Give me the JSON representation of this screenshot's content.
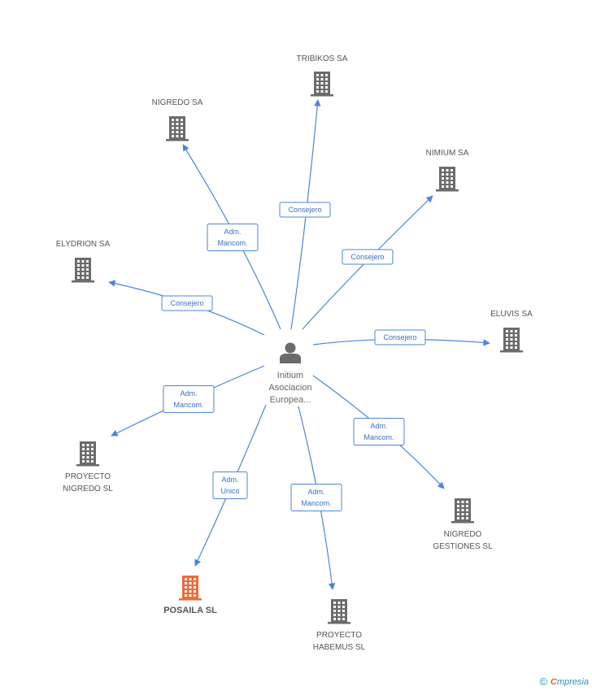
{
  "center": {
    "icon": "person-icon",
    "label_lines": [
      "Initium",
      "Asociacion",
      "Europea..."
    ]
  },
  "colors": {
    "edge": "#4a86d8",
    "building": "#6b6b6b",
    "highlight_building": "#f06a35",
    "label": "#555555"
  },
  "companies": [
    {
      "id": "tribikos",
      "name_lines": [
        "TRIBIKOS SA"
      ],
      "role_lines": [
        "Consejero"
      ],
      "highlight": false
    },
    {
      "id": "nigredo-sa",
      "name_lines": [
        "NIGREDO SA"
      ],
      "role_lines": [
        "Adm.",
        "Mancom."
      ],
      "highlight": false
    },
    {
      "id": "nimium",
      "name_lines": [
        "NIMIUM SA"
      ],
      "role_lines": [
        "Consejero"
      ],
      "highlight": false
    },
    {
      "id": "elydrion",
      "name_lines": [
        "ELYDRION SA"
      ],
      "role_lines": [
        "Consejero"
      ],
      "highlight": false
    },
    {
      "id": "eluvis",
      "name_lines": [
        "ELUVIS SA"
      ],
      "role_lines": [
        "Consejero"
      ],
      "highlight": false
    },
    {
      "id": "proyecto-nigredo",
      "name_lines": [
        "PROYECTO",
        "NIGREDO SL"
      ],
      "role_lines": [
        "Adm.",
        "Mancom."
      ],
      "highlight": false
    },
    {
      "id": "nigredo-gestiones",
      "name_lines": [
        "NIGREDO",
        "GESTIONES SL"
      ],
      "role_lines": [
        "Adm.",
        "Mancom."
      ],
      "highlight": false
    },
    {
      "id": "posaila",
      "name_lines": [
        "POSAILA SL"
      ],
      "role_lines": [
        "Adm.",
        "Unico"
      ],
      "highlight": true
    },
    {
      "id": "proyecto-habemus",
      "name_lines": [
        "PROYECTO",
        "HABEMUS SL"
      ],
      "role_lines": [
        "Adm.",
        "Mancom."
      ],
      "highlight": false
    }
  ],
  "footer": {
    "copyright_symbol": "©",
    "brand_first": "C",
    "brand_rest": "mpresia"
  }
}
